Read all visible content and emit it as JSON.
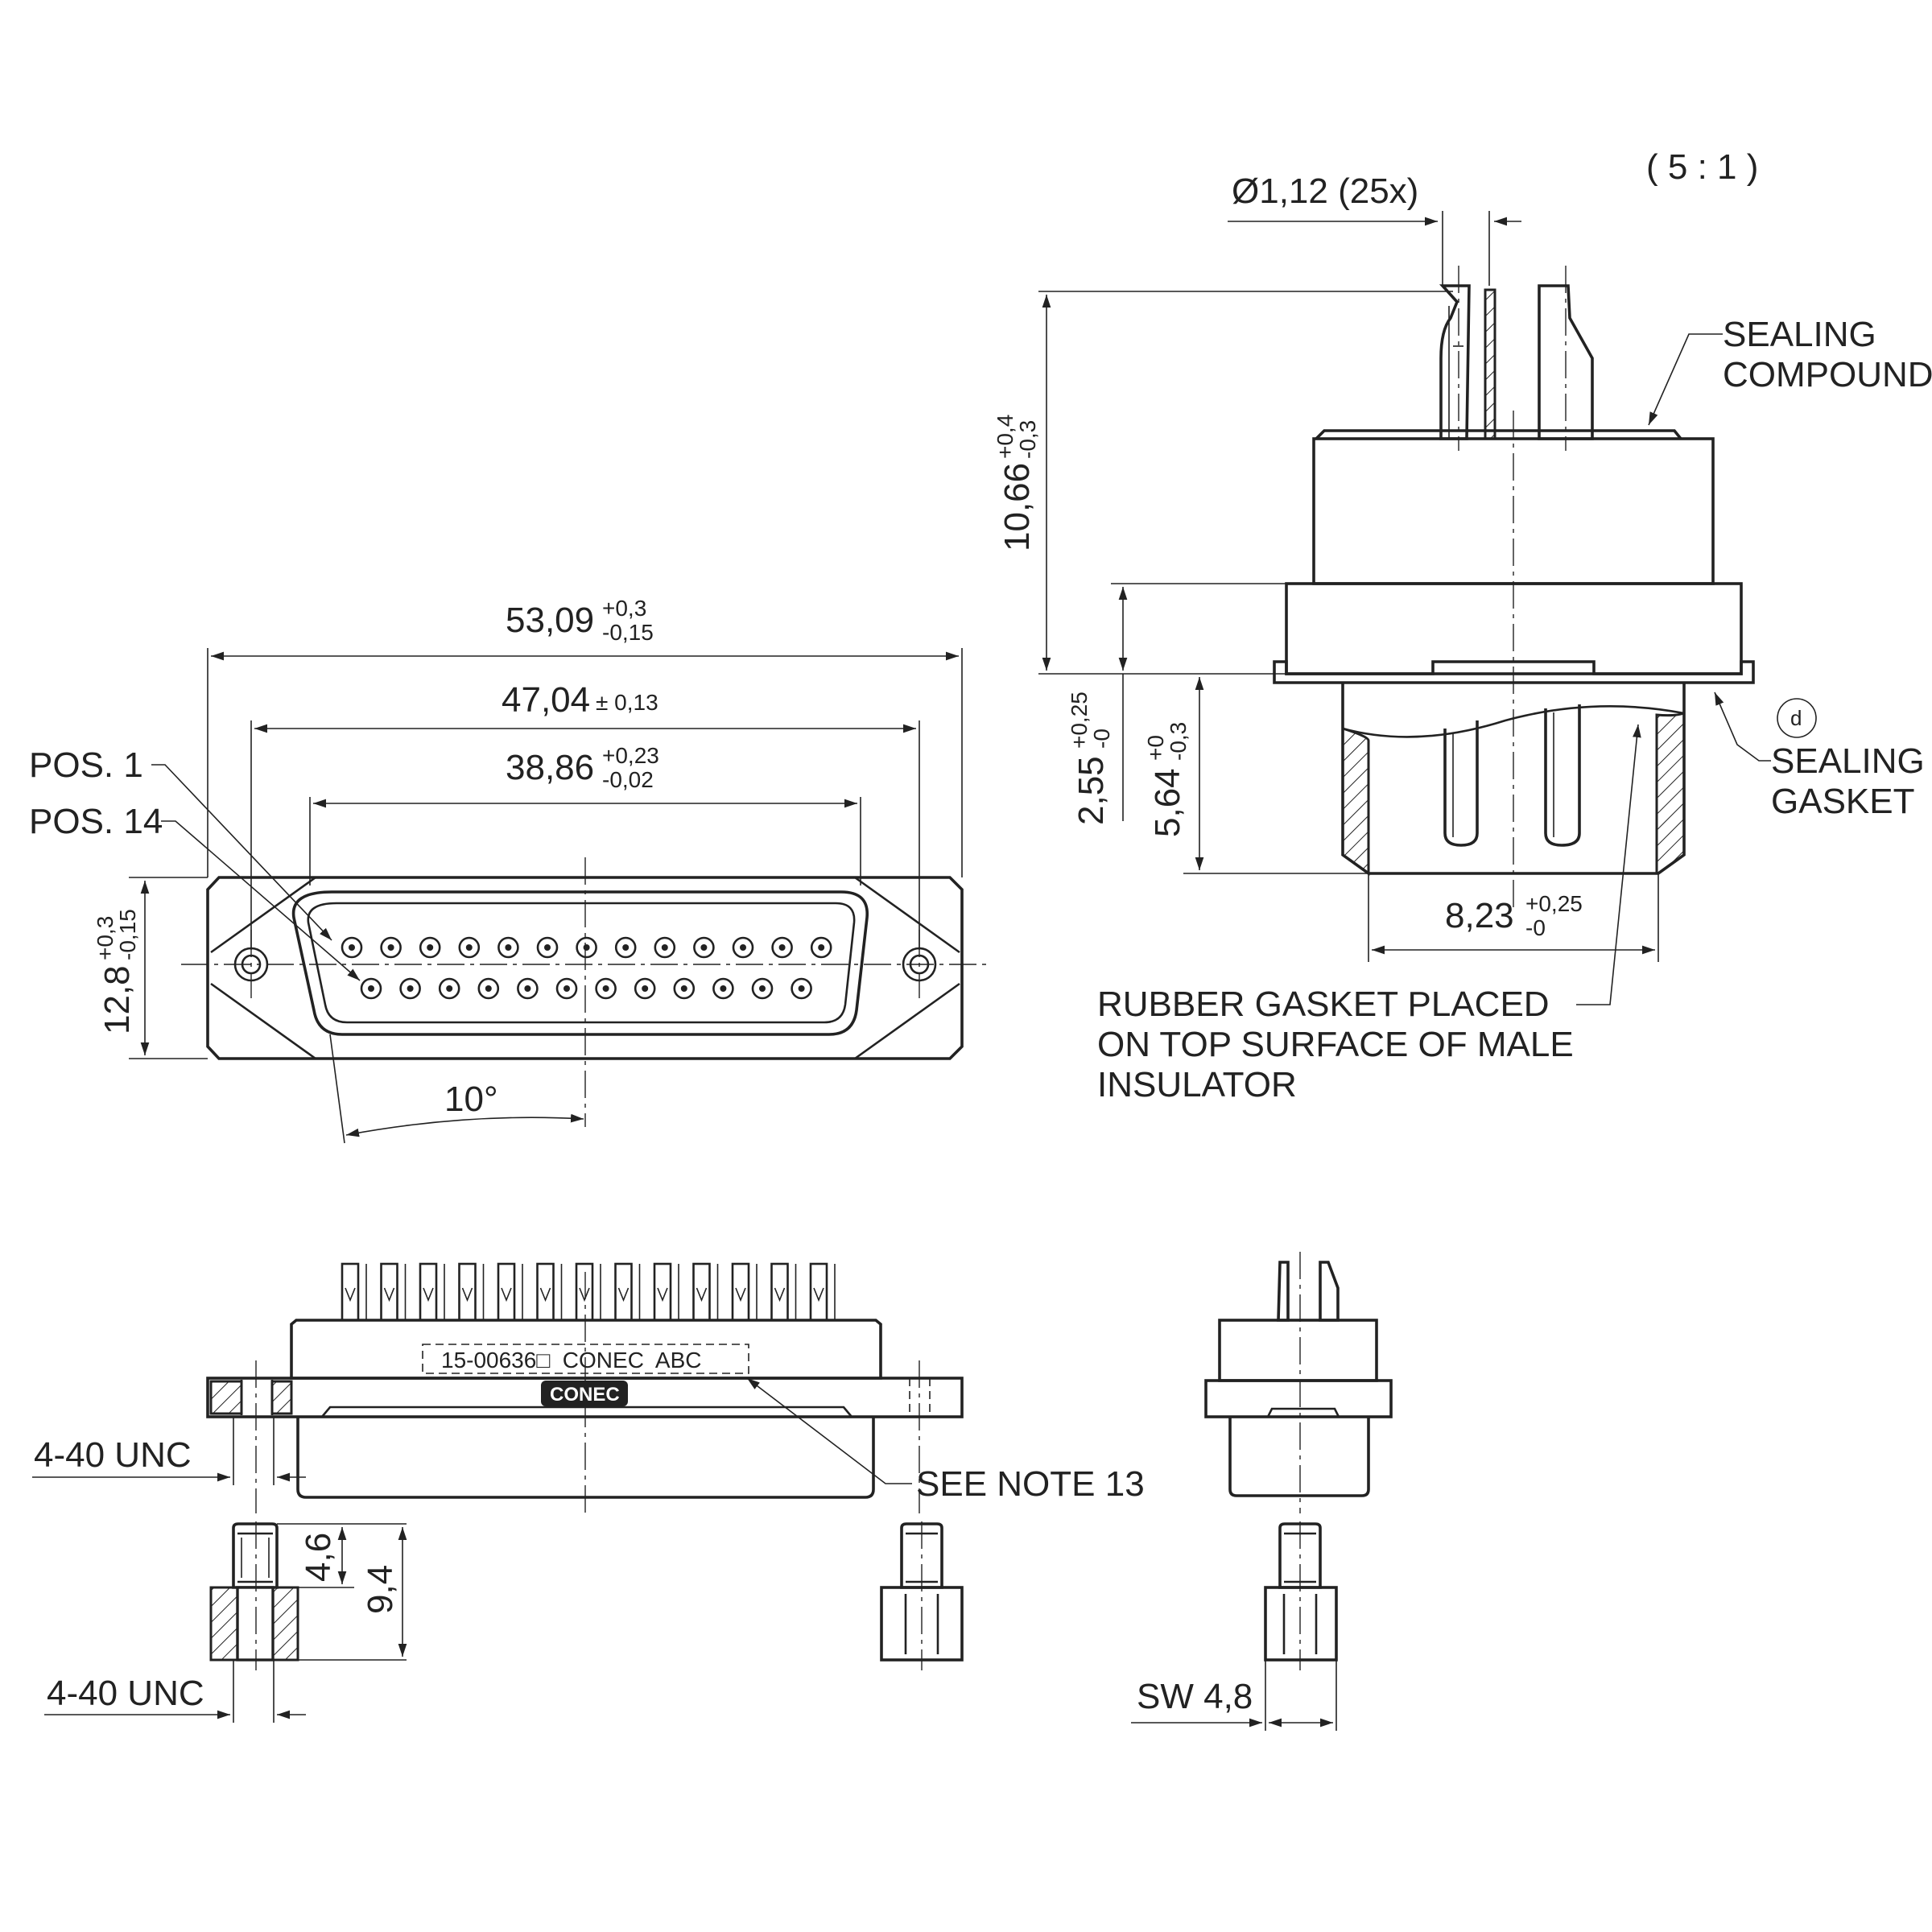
{
  "scale_note": "( 5 : 1 )",
  "front_view": {
    "dim_overall": {
      "value": "53,09",
      "tol_upper": "+0,3",
      "tol_lower": "-0,15"
    },
    "dim_mounting": {
      "value": "47,04",
      "tol": "± 0,13"
    },
    "dim_shell": {
      "value": "38,86",
      "tol_upper": "+0,23",
      "tol_lower": "-0,02"
    },
    "dim_height": {
      "value": "12,8",
      "tol_upper": "+0,3",
      "tol_lower": "-0,15"
    },
    "angle": "10°",
    "pos1_label": "POS. 1",
    "pos14_label": "POS. 14",
    "pin_rows": [
      13,
      12
    ]
  },
  "side_view": {
    "pin_diameter": "Ø1,12 (25x)",
    "dim_total_height": {
      "value": "10,66",
      "tol_upper": "+0,4",
      "tol_lower": "-0,3"
    },
    "dim_flange": {
      "value": "2,55",
      "tol_upper": "+0,25",
      "tol_lower": "-0"
    },
    "dim_shell_depth": {
      "value": "5,64",
      "tol_upper": "+0",
      "tol_lower": "-0,3"
    },
    "dim_shell_width": {
      "value": "8,23",
      "tol_upper": "+0,25",
      "tol_lower": "-0"
    },
    "sealing_compound": [
      "SEALING",
      "COMPOUND"
    ],
    "sealing_gasket": [
      "SEALING",
      "GASKET"
    ],
    "gasket_marker": "d",
    "rubber_note": [
      "RUBBER GASKET PLACED",
      "ON TOP SURFACE OF MALE",
      "INSULATOR"
    ]
  },
  "bottom_view": {
    "thread_top": "4-40 UNC",
    "thread_bottom": "4-40 UNC",
    "dim_stud": "4,6",
    "dim_bolt": "9,4",
    "marking": "15-00636□  CONEC  ABC",
    "logo": "CONEC",
    "note": "SEE NOTE 13",
    "wrench_size": "SW 4,8",
    "terminal_count": 13
  }
}
